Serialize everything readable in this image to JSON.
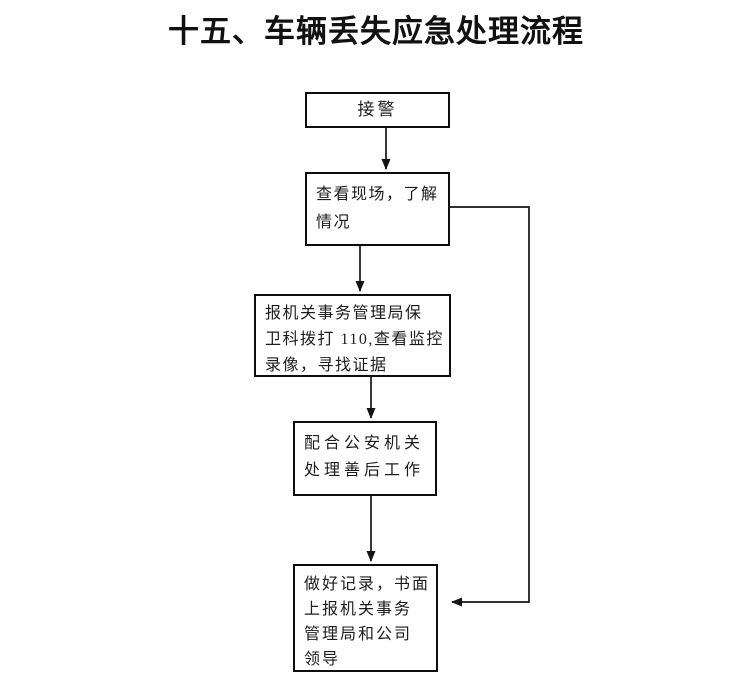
{
  "title": "十五、车辆丢失应急处理流程",
  "flowchart": {
    "nodes": [
      {
        "id": "receive-alarm",
        "text": "接警"
      },
      {
        "id": "inspect-scene",
        "text": "查看现场，了解\n情况"
      },
      {
        "id": "report-security",
        "text": "报机关事务管理局保\n卫科拨打 110,查看监控\n录像，寻找证据"
      },
      {
        "id": "assist-police",
        "text": "配合公安机关\n处理善后工作"
      },
      {
        "id": "record-report",
        "text": "做好记录，书面\n上报机关事务\n管理局和公司\n领导"
      }
    ],
    "edges": [
      {
        "from": "receive-alarm",
        "to": "inspect-scene"
      },
      {
        "from": "inspect-scene",
        "to": "report-security"
      },
      {
        "from": "report-security",
        "to": "assist-police"
      },
      {
        "from": "assist-police",
        "to": "record-report"
      },
      {
        "from": "inspect-scene",
        "to": "record-report",
        "route": "right-side-bypass"
      }
    ],
    "colors": {
      "background": "#ffffff",
      "box_border": "#0d0d0d",
      "line": "#141414",
      "text": "#1c1c1c",
      "title_text": "#111111"
    }
  }
}
